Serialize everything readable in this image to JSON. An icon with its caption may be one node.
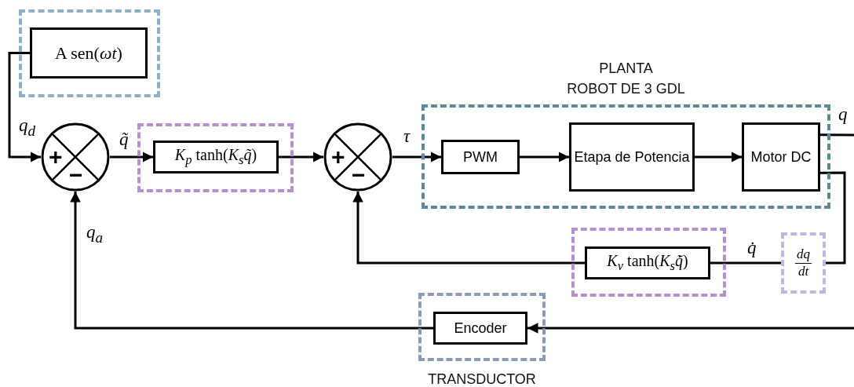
{
  "diagram": {
    "nodes": [
      {
        "text": [],
        "shape": "box"
      },
      {
        "text": [
          "A sen(*ωt*)"
        ],
        "in": 0
      },
      {
        "text": [
          "+",
          "−"
        ]
      },
      {
        "text": [],
        "shape": "box"
      },
      {
        "text": [
          "*K*$_{p}$ tanh(*K*$_{s}$*q̃*)"
        ],
        "in": 3
      },
      {
        "text": [
          "+",
          "−"
        ]
      },
      {
        "text": [
          "PLANTA",
          "ROBOT DE 3 GDL"
        ]
      },
      {
        "text": [
          "PWM"
        ],
        "in": 6
      },
      {
        "text": [
          "Etapa de Potencia"
        ],
        "in": 6
      },
      {
        "text": [
          "Motor DC"
        ],
        "in": 6
      },
      {
        "text": [],
        "shape": "box"
      },
      {
        "text": [
          "*K*$_{v}$ tanh(*K*$_{s}$*q̇̃*)"
        ],
        "in": 10
      },
      {
        "text": [
          "dq",
          "dt"
        ]
      },
      {
        "text": [
          "TRANSDUCTOR"
        ]
      },
      {
        "text": [
          "Encoder"
        ],
        "in": 13
      }
    ],
    "edges": [
      {
        "from": 1,
        "to": 2,
        "arrow": "to",
        "label": "q$_{d}$"
      },
      {
        "from": 2,
        "to": 4,
        "arrow": "to",
        "label": "q̃"
      },
      {
        "from": 4,
        "to": 5,
        "arrow": "to"
      },
      {
        "from": 5,
        "to": 7,
        "arrow": "to",
        "label": "τ"
      },
      {
        "from": 7,
        "to": 8,
        "arrow": "to"
      },
      {
        "from": 8,
        "to": 9,
        "arrow": "to"
      },
      {
        "from": 9,
        "to": null,
        "arrow": "none",
        "label": "q"
      },
      {
        "from": 9,
        "to": 12,
        "arrow": "none"
      },
      {
        "from": 12,
        "to": 11,
        "arrow": "none",
        "label": "q̇"
      },
      {
        "from": 11,
        "to": 5,
        "arrow": "to"
      },
      {
        "from": null,
        "to": 14,
        "arrow": "to"
      },
      {
        "from": 14,
        "to": 2,
        "arrow": "to",
        "label": "q$_{a}$"
      }
    ]
  }
}
